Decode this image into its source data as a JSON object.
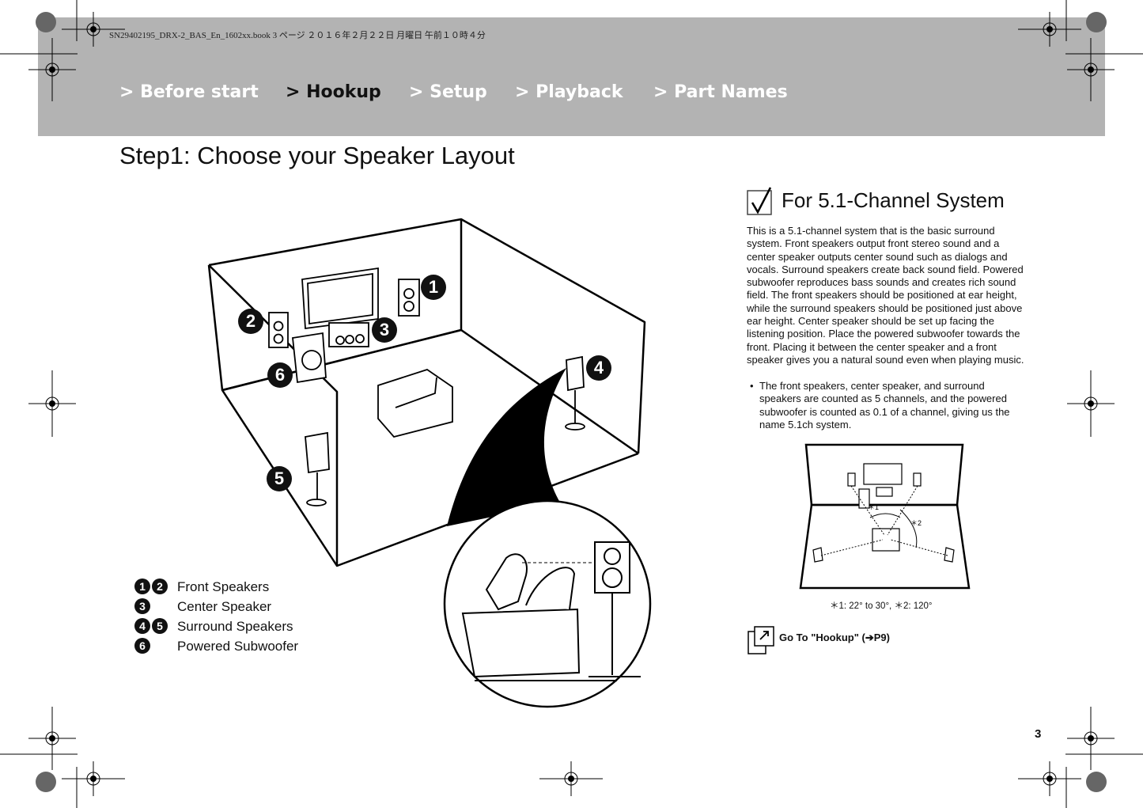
{
  "file_info": "SN29402195_DRX-2_BAS_En_1602xx.book  3 ページ  ２０１６年２月２２日  月曜日  午前１０時４分",
  "nav": {
    "items": [
      {
        "label": "> Before start"
      },
      {
        "label": "> Hookup"
      },
      {
        "label": "> Setup"
      },
      {
        "label": "> Playback"
      },
      {
        "label": "> Part Names"
      }
    ],
    "active": "> Hookup"
  },
  "page_title": "Step1: Choose your Speaker Layout",
  "section": {
    "title": "For 5.1-Channel System",
    "body": "This is a 5.1-channel system that is the basic surround system. Front speakers output front stereo sound and a center speaker outputs center sound such as dialogs and vocals. Surround speakers create back sound field. Powered subwoofer reproduces bass sounds and creates rich sound field. The front speakers should be positioned at ear height, while the surround speakers should be positioned just above ear height. Center speaker should be set up facing the listening position. Place the powered subwoofer towards the front. Placing it between the center speaker and a front speaker gives you a natural sound even when playing music.",
    "bullet": "The front speakers, center speaker, and surround speakers are counted as 5 channels, and the powered subwoofer is counted as 0.1 of a channel, giving us the name 5.1ch system.",
    "angle_note": "＊1: 22° to 30°, ＊2: 120°",
    "angle_marks": [
      "＊1",
      "＊2"
    ],
    "goto": "Go To \"Hookup\" (➔P9)"
  },
  "room_badges": [
    "1",
    "2",
    "3",
    "4",
    "5",
    "6"
  ],
  "legend": [
    {
      "badges": [
        "1",
        "2"
      ],
      "label": "Front Speakers"
    },
    {
      "badges": [
        "3"
      ],
      "label": "Center Speaker"
    },
    {
      "badges": [
        "4",
        "5"
      ],
      "label": "Surround Speakers"
    },
    {
      "badges": [
        "6"
      ],
      "label": "Powered Subwoofer"
    }
  ],
  "page_number": "3"
}
